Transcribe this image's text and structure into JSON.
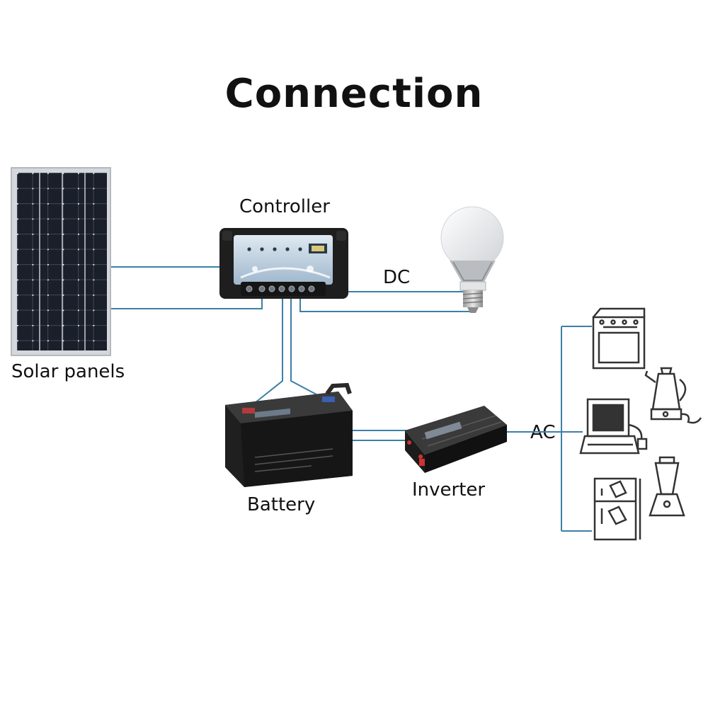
{
  "diagram": {
    "title": "Connection",
    "labels": {
      "solar_panels": "Solar panels",
      "controller": "Controller",
      "dc": "DC",
      "battery": "Battery",
      "inverter": "Inverter",
      "ac": "AC"
    },
    "colors": {
      "wire": "#3d7fa6",
      "device_dark": "#1c1c1c",
      "panel_cell": "#1a1f2a",
      "panel_frame": "#c9ccd0",
      "appliance_line": "#333333"
    },
    "icons": [
      "solar-panel-icon",
      "charge-controller-icon",
      "light-bulb-icon",
      "battery-icon",
      "inverter-icon",
      "stove-icon",
      "kettle-icon",
      "computer-icon",
      "blender-icon",
      "refrigerator-icon"
    ]
  }
}
